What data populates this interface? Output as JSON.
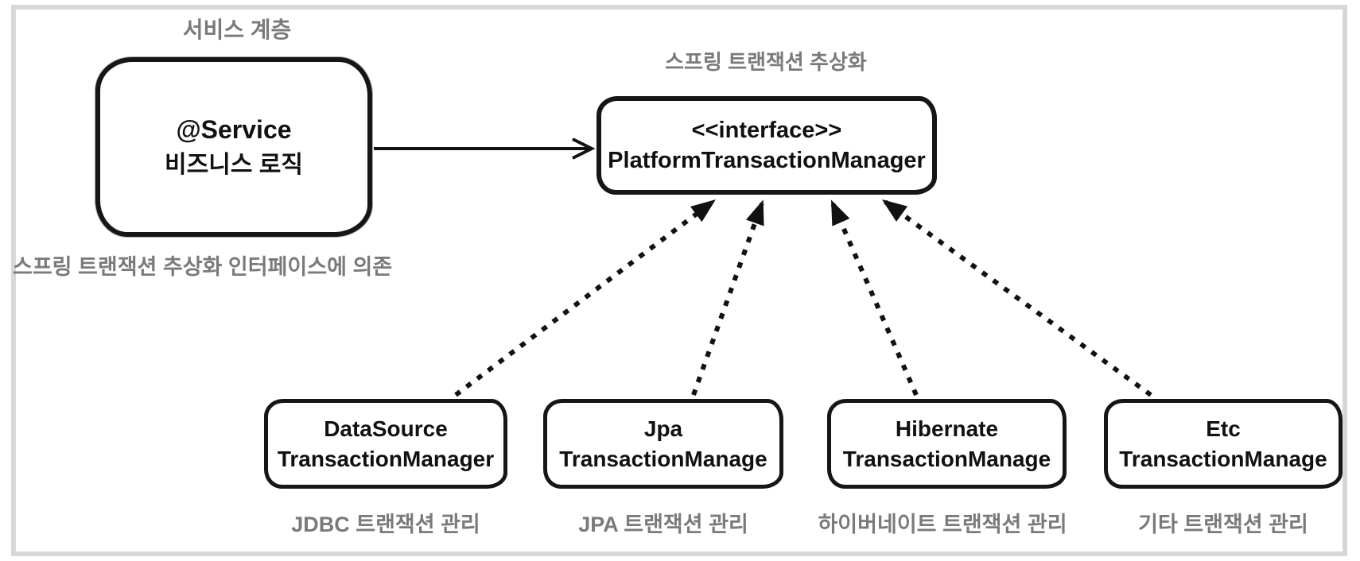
{
  "diagram": {
    "labels": {
      "service_layer": "서비스 계층",
      "spring_abstraction": "스프링 트랜잭션 추상화",
      "depends_note": "스프링 트랜잭션 추상화 인터페이스에 의존"
    },
    "service_box": {
      "line1": "@Service",
      "line2": "비즈니스 로직"
    },
    "interface_box": {
      "stereotype": "<<interface>>",
      "name": "PlatformTransactionManager"
    },
    "implementations": [
      {
        "line1": "DataSource",
        "line2": "TransactionManager",
        "caption": "JDBC 트랜잭션 관리"
      },
      {
        "line1": "Jpa",
        "line2": "TransactionManage",
        "caption": "JPA 트랜잭션 관리"
      },
      {
        "line1": "Hibernate",
        "line2": "TransactionManage",
        "caption": "하이버네이트 트랜잭션 관리"
      },
      {
        "line1": "Etc",
        "line2": "TransactionManage",
        "caption": "기타 트랜잭션 관리"
      }
    ],
    "colors": {
      "ink": "#111111",
      "label_gray": "#7a7a7a",
      "frame_gray": "#d7d7d7",
      "background": "#ffffff"
    }
  }
}
